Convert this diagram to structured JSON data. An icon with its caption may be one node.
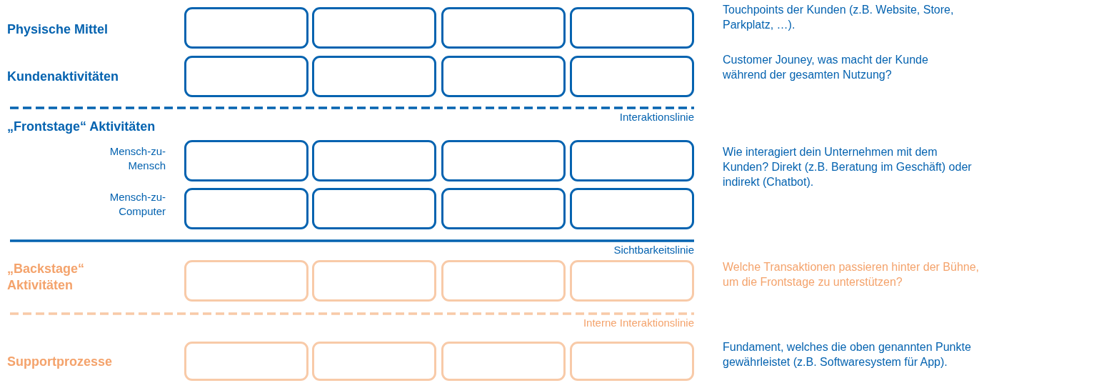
{
  "diagram": {
    "nodes": [
      {
        "text": [],
        "shape": "box"
      },
      {
        "text": [],
        "shape": "box"
      },
      {
        "text": [],
        "shape": "box"
      },
      {
        "text": [],
        "shape": "box"
      },
      {
        "text": [],
        "shape": "box"
      },
      {
        "text": [],
        "shape": "box"
      },
      {
        "text": [],
        "shape": "box"
      },
      {
        "text": [],
        "shape": "box"
      },
      {
        "text": [],
        "shape": "box"
      },
      {
        "text": [],
        "shape": "box"
      },
      {
        "text": [],
        "shape": "box"
      },
      {
        "text": [],
        "shape": "box"
      },
      {
        "text": [],
        "shape": "box"
      },
      {
        "text": [],
        "shape": "box"
      },
      {
        "text": [],
        "shape": "box"
      },
      {
        "text": [],
        "shape": "box"
      },
      {
        "text": [],
        "shape": "box"
      },
      {
        "text": [],
        "shape": "box"
      },
      {
        "text": [],
        "shape": "box"
      },
      {
        "text": [],
        "shape": "box"
      },
      {
        "text": [],
        "shape": "box"
      },
      {
        "text": [],
        "shape": "box"
      },
      {
        "text": [],
        "shape": "box"
      },
      {
        "text": [],
        "shape": "box"
      }
    ],
    "labels": [
      "Physische Mittel",
      "Touchpoints der Kunden (z.B. Website, Store, Parkplatz, …).",
      "Kundenaktivitäten",
      "Customer Jouney, was macht der Kunde während der gesamten Nutzung?",
      "Interaktionslinie",
      "„Frontstage“ Aktivitäten",
      "Mensch-zu- Mensch",
      "Wie interagiert dein Unternehmen mit dem Kunden? Direkt (z.B. Beratung im Geschäft) oder indirekt (Chatbot).",
      "Mensch-zu- Computer",
      "Sichtbarkeitslinie",
      "„Backstage“ Aktivitäten",
      "Welche Transaktionen passieren hinter der Bühne, um die Frontstage zu unterstützen?",
      "Interne Interaktionslinie",
      "Supportprozesse",
      "Fundament, welches die oben genannten Punkte gewährleistet (z.B. Softwaresystem für App)."
    ]
  }
}
